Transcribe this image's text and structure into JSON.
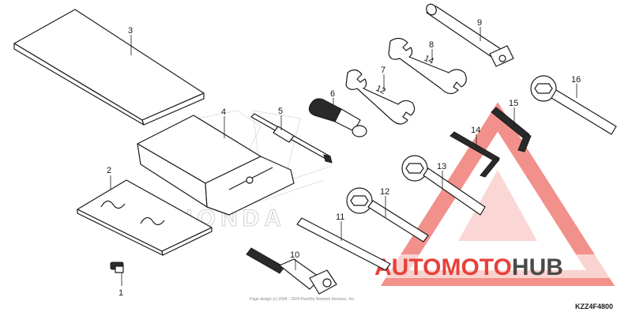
{
  "parts": [
    {
      "id": "part-1",
      "label": "1"
    },
    {
      "id": "part-2",
      "label": "2"
    },
    {
      "id": "part-3",
      "label": "3"
    },
    {
      "id": "part-4",
      "label": "4"
    },
    {
      "id": "part-5",
      "label": "5"
    },
    {
      "id": "part-6",
      "label": "6"
    },
    {
      "id": "part-7",
      "label": "7"
    },
    {
      "id": "part-8",
      "label": "8"
    },
    {
      "id": "part-9",
      "label": "9"
    },
    {
      "id": "part-10",
      "label": "10"
    },
    {
      "id": "part-11",
      "label": "11"
    },
    {
      "id": "part-12",
      "label": "12"
    },
    {
      "id": "part-13",
      "label": "13"
    },
    {
      "id": "part-14",
      "label": "14"
    },
    {
      "id": "part-15",
      "label": "15"
    },
    {
      "id": "part-16",
      "label": "16"
    }
  ],
  "diagram_code": "KZZ4F4800",
  "copyright": "Page design (c) 2004 - 2024 Partzilla Network Services, Inc.",
  "watermark": {
    "brand": "HONDA",
    "site_a": "AUTO",
    "site_b": "MOTO",
    "site_c": "HUB",
    "colors": {
      "accent": "#e8413b",
      "dark": "#4a4a4a",
      "honda_outline": "#d0d0d0"
    }
  },
  "wrench_marks": {
    "small": "12",
    "large": "14"
  }
}
